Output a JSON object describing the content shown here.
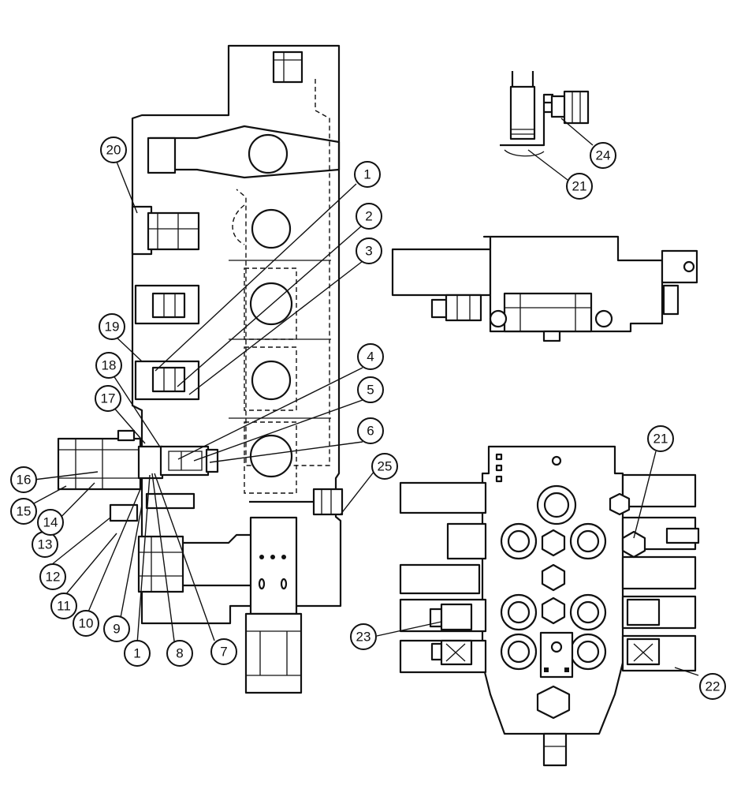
{
  "callouts": [
    {
      "label": "1"
    },
    {
      "label": "2"
    },
    {
      "label": "3"
    },
    {
      "label": "4"
    },
    {
      "label": "5"
    },
    {
      "label": "6"
    },
    {
      "label": "7"
    },
    {
      "label": "8"
    },
    {
      "label": "1"
    },
    {
      "label": "9"
    },
    {
      "label": "10"
    },
    {
      "label": "11"
    },
    {
      "label": "12"
    },
    {
      "label": "13"
    },
    {
      "label": "14"
    },
    {
      "label": "15"
    },
    {
      "label": "16"
    },
    {
      "label": "17"
    },
    {
      "label": "18"
    },
    {
      "label": "19"
    },
    {
      "label": "20"
    },
    {
      "label": "25"
    },
    {
      "label": "24"
    },
    {
      "label": "21"
    },
    {
      "label": "21"
    },
    {
      "label": "22"
    },
    {
      "label": "23"
    }
  ]
}
